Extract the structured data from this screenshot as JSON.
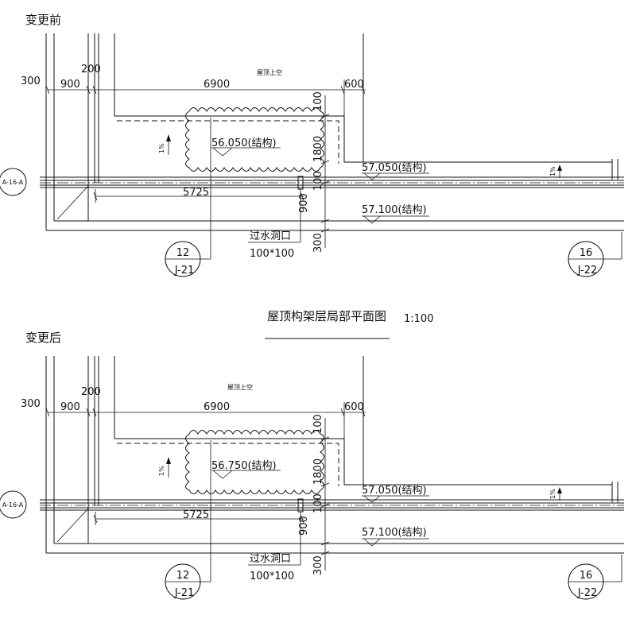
{
  "title": "屋顶构架层局部平面图",
  "scale": "1:100",
  "sections": [
    {
      "label": "变更前",
      "roof_note": "屋顶上空",
      "dims": {
        "d300": "300",
        "d900": "900",
        "d200": "200",
        "d6900": "6900",
        "d600": "600",
        "d5725": "5725",
        "v100a": "100",
        "v1800": "1800",
        "v100b": "100",
        "v900": "900",
        "v300": "300"
      },
      "elev_cloud": "56.050(结构)",
      "elev_upper": "57.050(结构)",
      "elev_lower": "57.100(结构)",
      "slope_left": "1%",
      "slope_right": "1%",
      "drain_label": "过水洞口",
      "drain_size": "100*100",
      "axis_tag": "A-16-A",
      "callout_left": {
        "top": "12",
        "bottom": "J-21"
      },
      "callout_right": {
        "top": "16",
        "bottom": "J-22"
      }
    },
    {
      "label": "变更后",
      "roof_note": "屋顶上空",
      "dims": {
        "d300": "300",
        "d900": "900",
        "d200": "200",
        "d6900": "6900",
        "d600": "600",
        "d5725": "5725",
        "v100a": "100",
        "v1800": "1800",
        "v100b": "100",
        "v900": "900",
        "v300": "300"
      },
      "elev_cloud": "56.750(结构)",
      "elev_upper": "57.050(结构)",
      "elev_lower": "57.100(结构)",
      "slope_left": "1%",
      "slope_right": "1%",
      "drain_label": "过水洞口",
      "drain_size": "100*100",
      "axis_tag": "A-16-A",
      "callout_left": {
        "top": "12",
        "bottom": "J-21"
      },
      "callout_right": {
        "top": "16",
        "bottom": "J-22"
      }
    }
  ]
}
